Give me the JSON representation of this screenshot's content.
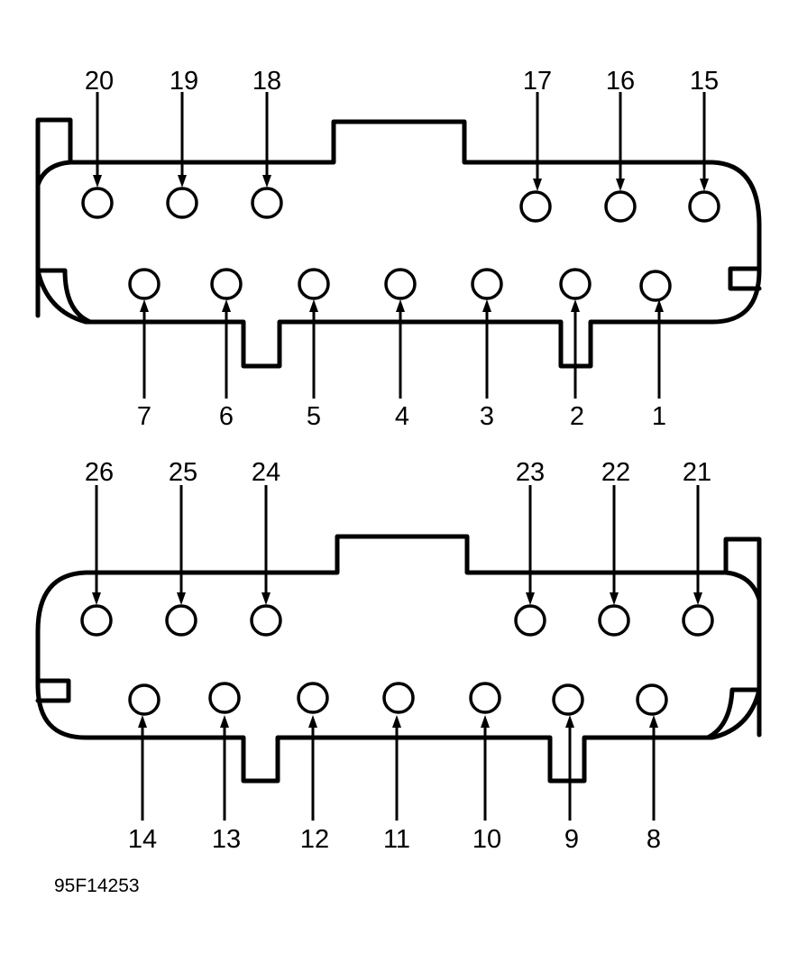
{
  "figure_id": "95F14253",
  "connector_top": {
    "pins": [
      {
        "number": "20",
        "row": "upper"
      },
      {
        "number": "19",
        "row": "upper"
      },
      {
        "number": "18",
        "row": "upper"
      },
      {
        "number": "17",
        "row": "upper"
      },
      {
        "number": "16",
        "row": "upper"
      },
      {
        "number": "15",
        "row": "upper"
      },
      {
        "number": "7",
        "row": "lower"
      },
      {
        "number": "6",
        "row": "lower"
      },
      {
        "number": "5",
        "row": "lower"
      },
      {
        "number": "4",
        "row": "lower"
      },
      {
        "number": "3",
        "row": "lower"
      },
      {
        "number": "2",
        "row": "lower"
      },
      {
        "number": "1",
        "row": "lower"
      }
    ]
  },
  "connector_bottom": {
    "pins": [
      {
        "number": "26",
        "row": "upper"
      },
      {
        "number": "25",
        "row": "upper"
      },
      {
        "number": "24",
        "row": "upper"
      },
      {
        "number": "23",
        "row": "upper"
      },
      {
        "number": "22",
        "row": "upper"
      },
      {
        "number": "21",
        "row": "upper"
      },
      {
        "number": "14",
        "row": "lower"
      },
      {
        "number": "13",
        "row": "lower"
      },
      {
        "number": "12",
        "row": "lower"
      },
      {
        "number": "11",
        "row": "lower"
      },
      {
        "number": "10",
        "row": "lower"
      },
      {
        "number": "9",
        "row": "lower"
      },
      {
        "number": "8",
        "row": "lower"
      }
    ]
  }
}
